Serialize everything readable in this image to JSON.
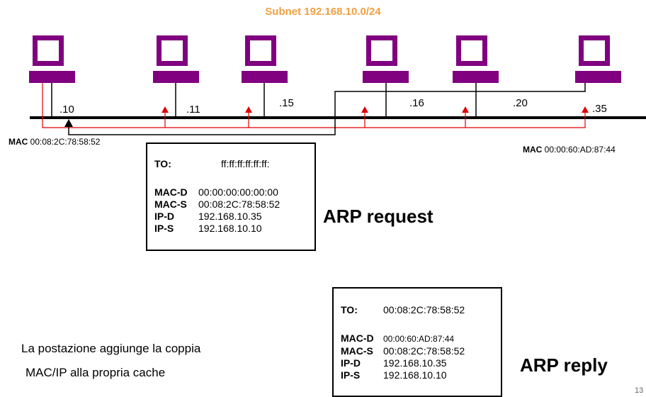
{
  "title": "Subnet 192.168.10.0/24",
  "hosts": [
    ".10",
    ".11",
    ".15",
    ".16",
    ".20",
    ".35"
  ],
  "sender_mac": {
    "label": "MAC",
    "value": "00:08:2C:78:58:52"
  },
  "target_mac": {
    "label": "MAC",
    "value": "00:00:60:AD:87:44"
  },
  "request": {
    "to_label": "TO:",
    "to_value": "ff:ff:ff:ff:ff:ff:",
    "rows": [
      {
        "key": "MAC-D",
        "value": "00:00:00:00:00:00"
      },
      {
        "key": "MAC-S",
        "value": "00:08:2C:78:58:52"
      },
      {
        "key": "IP-D",
        "value": "192.168.10.35"
      },
      {
        "key": "IP-S",
        "value": "192.168.10.10"
      }
    ],
    "label": "ARP request"
  },
  "reply": {
    "to_label": "TO:",
    "to_value": "00:08:2C:78:58:52",
    "rows": [
      {
        "key": "MAC-D",
        "value": "00:00:60:AD:87:44"
      },
      {
        "key": "MAC-S",
        "value": "00:08:2C:78:58:52"
      },
      {
        "key": "IP-D",
        "value": "192.168.10.35"
      },
      {
        "key": "IP-S",
        "value": "192.168.10.10"
      }
    ],
    "label": "ARP reply"
  },
  "caption": [
    "La postazione aggiunge la coppia",
    "MAC/IP alla propria cache"
  ],
  "page_number": "13",
  "colors": {
    "title": "#f0a040",
    "computer": "#800080",
    "signal": "#e00000",
    "line": "#000000"
  }
}
